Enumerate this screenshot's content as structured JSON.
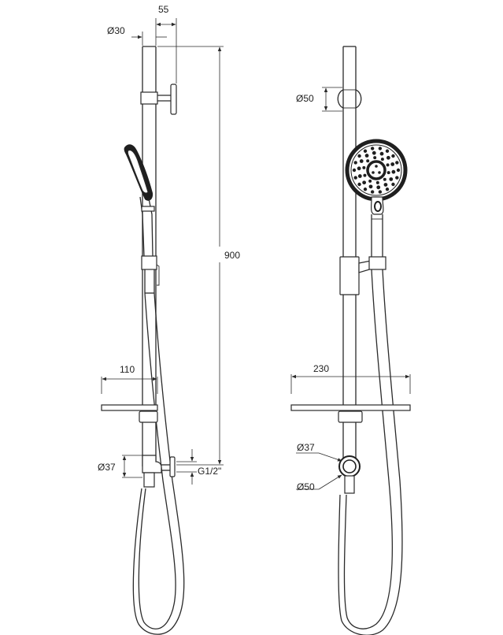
{
  "dimensions": {
    "side_wall_offset": "55",
    "rail_diameter": "Ø30",
    "rail_length": "900",
    "shelf_depth": "110",
    "elbow_diameter_side": "Ø37",
    "thread": "G1/2\"",
    "bracket_diameter": "Ø50",
    "shelf_width": "230",
    "elbow_diameter_front": "Ø37",
    "elbow_flange_diameter": "Ø50"
  },
  "colors": {
    "line": "#2a2a2a",
    "fill": "#1f1f1f",
    "background": "#ffffff"
  }
}
